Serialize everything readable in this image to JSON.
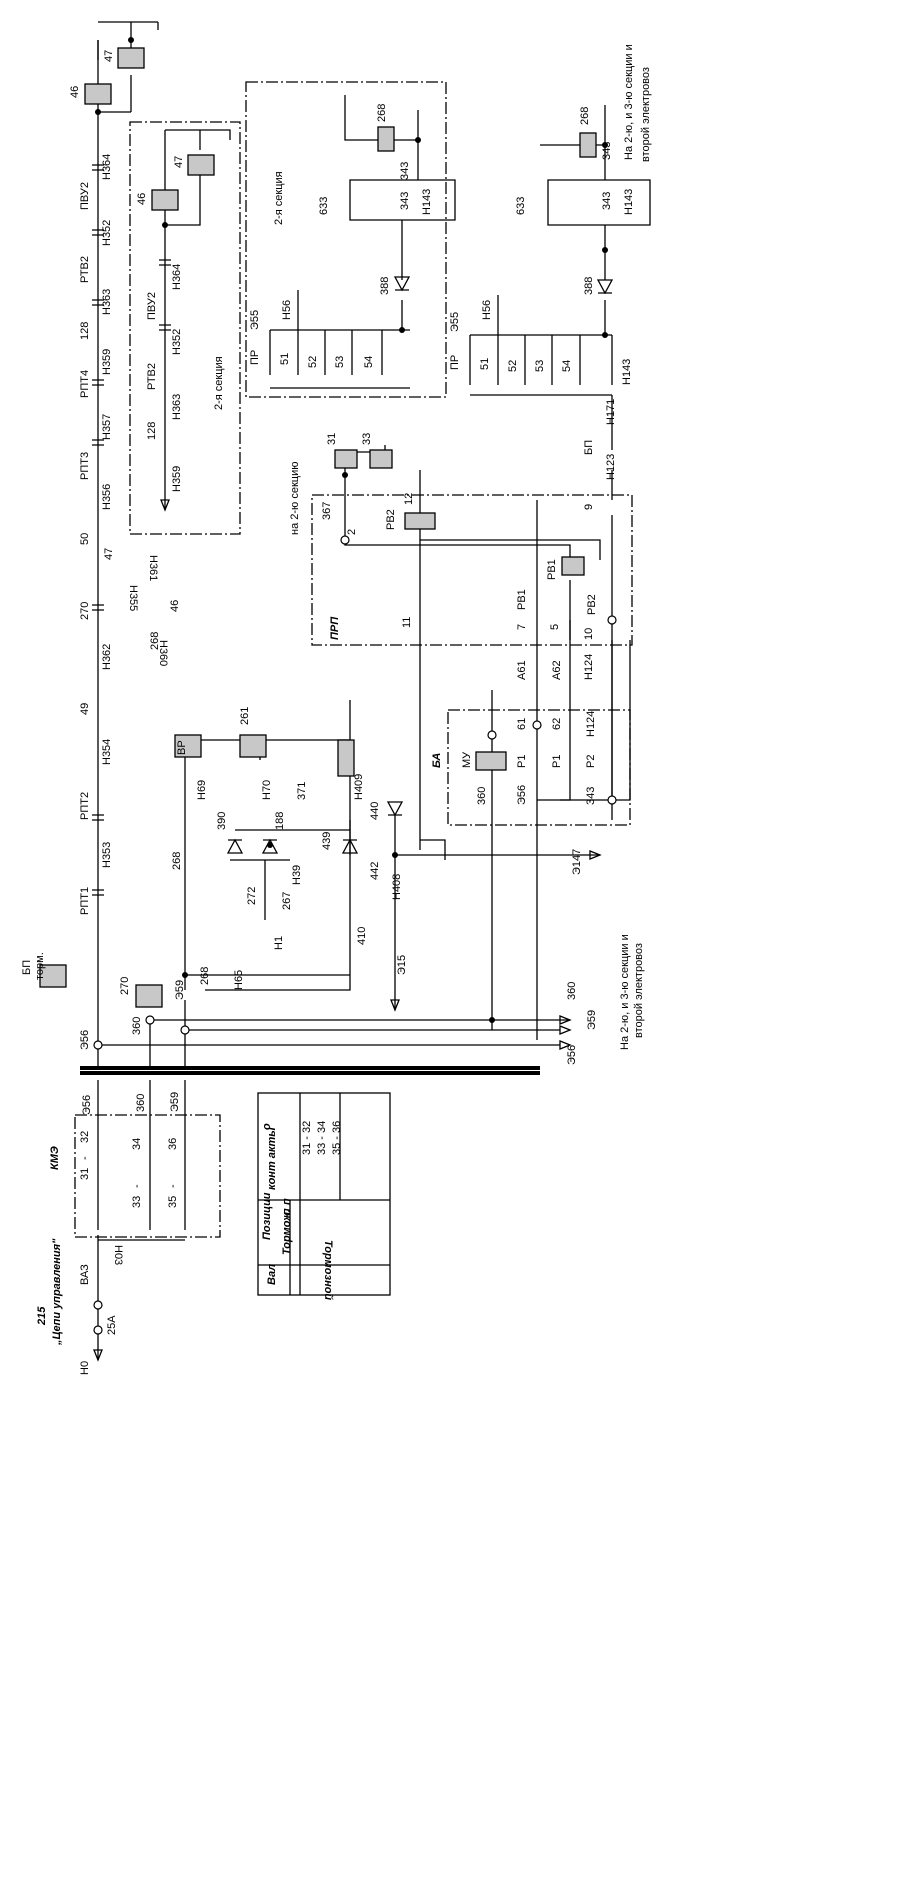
{
  "diagram": {
    "colors": {
      "wire": "#000000",
      "coil_fill": "#c8c8c8",
      "background": "#ffffff"
    },
    "labels": [
      {
        "id": "l001",
        "text": "46"
      },
      {
        "id": "l002",
        "text": "47"
      },
      {
        "id": "l003",
        "text": "ПВУ2"
      },
      {
        "id": "l004",
        "text": "Н364"
      },
      {
        "id": "l005",
        "text": "Н352"
      },
      {
        "id": "l006",
        "text": "РТВ2"
      },
      {
        "id": "l007",
        "text": "Н363"
      },
      {
        "id": "l008",
        "text": "128"
      },
      {
        "id": "l009",
        "text": "РПТ4"
      },
      {
        "id": "l010",
        "text": "Н359"
      },
      {
        "id": "l011",
        "text": "РПТ3"
      },
      {
        "id": "l012",
        "text": "Н357"
      },
      {
        "id": "l013",
        "text": "Н356"
      },
      {
        "id": "l014",
        "text": "50"
      },
      {
        "id": "l015",
        "text": "47"
      },
      {
        "id": "l016",
        "text": "Н355"
      },
      {
        "id": "l017",
        "text": "Н361"
      },
      {
        "id": "l018",
        "text": "270"
      },
      {
        "id": "l019",
        "text": "46"
      },
      {
        "id": "l020",
        "text": "268"
      },
      {
        "id": "l021",
        "text": "Н360"
      },
      {
        "id": "l022",
        "text": "Н362"
      },
      {
        "id": "l023",
        "text": "49"
      },
      {
        "id": "l024",
        "text": "Н354"
      },
      {
        "id": "l025",
        "text": "РПТ2"
      },
      {
        "id": "l026",
        "text": "Н353"
      },
      {
        "id": "l027",
        "text": "РПТ1"
      },
      {
        "id": "l028",
        "text": "БП"
      },
      {
        "id": "l029",
        "text": "торм."
      },
      {
        "id": "l030",
        "text": "270"
      },
      {
        "id": "l031",
        "text": "360"
      },
      {
        "id": "l032",
        "text": "Э59"
      },
      {
        "id": "l033",
        "text": "Э56"
      },
      {
        "id": "l034",
        "text": "46"
      },
      {
        "id": "l035",
        "text": "47"
      },
      {
        "id": "l036",
        "text": "ПВУ2"
      },
      {
        "id": "l037",
        "text": "Н364"
      },
      {
        "id": "l038",
        "text": "Н352"
      },
      {
        "id": "l039",
        "text": "РТВ2"
      },
      {
        "id": "l040",
        "text": "Н363"
      },
      {
        "id": "l041",
        "text": "128"
      },
      {
        "id": "l042",
        "text": "Н359"
      },
      {
        "id": "l043",
        "text": "2-я секция"
      },
      {
        "id": "l044",
        "text": "2-я секция"
      },
      {
        "id": "l045",
        "text": "268"
      },
      {
        "id": "l046",
        "text": "343"
      },
      {
        "id": "l047",
        "text": "633"
      },
      {
        "id": "l048",
        "text": "343"
      },
      {
        "id": "l049",
        "text": "Н143"
      },
      {
        "id": "l050",
        "text": "388"
      },
      {
        "id": "l051",
        "text": "Э55"
      },
      {
        "id": "l052",
        "text": "Н56"
      },
      {
        "id": "l053",
        "text": "ПР"
      },
      {
        "id": "l054",
        "text": "51"
      },
      {
        "id": "l055",
        "text": "52"
      },
      {
        "id": "l056",
        "text": "53"
      },
      {
        "id": "l057",
        "text": "54"
      },
      {
        "id": "l058",
        "text": "31"
      },
      {
        "id": "l059",
        "text": "33"
      },
      {
        "id": "l060",
        "text": "на 2-ю секцию"
      },
      {
        "id": "l061",
        "text": "367"
      },
      {
        "id": "l062",
        "text": "2"
      },
      {
        "id": "l063",
        "text": "РВ2"
      },
      {
        "id": "l064",
        "text": "12"
      },
      {
        "id": "l065",
        "text": "ПРП"
      },
      {
        "id": "l066",
        "text": "11"
      },
      {
        "id": "l067",
        "text": "РВ1"
      },
      {
        "id": "l068",
        "text": "РВ1"
      },
      {
        "id": "l069",
        "text": "7"
      },
      {
        "id": "l070",
        "text": "5"
      },
      {
        "id": "l071",
        "text": "РВ2"
      },
      {
        "id": "l072",
        "text": "9"
      },
      {
        "id": "l073",
        "text": "10"
      },
      {
        "id": "l074",
        "text": "БП"
      },
      {
        "id": "l075",
        "text": "Н123"
      },
      {
        "id": "l076",
        "text": "Н171"
      },
      {
        "id": "l077",
        "text": "Н143"
      },
      {
        "id": "l078",
        "text": "Э55"
      },
      {
        "id": "l079",
        "text": "Н56"
      },
      {
        "id": "l080",
        "text": "ПР"
      },
      {
        "id": "l081",
        "text": "51"
      },
      {
        "id": "l082",
        "text": "52"
      },
      {
        "id": "l083",
        "text": "53"
      },
      {
        "id": "l084",
        "text": "54"
      },
      {
        "id": "l085",
        "text": "388"
      },
      {
        "id": "l086",
        "text": "633"
      },
      {
        "id": "l087",
        "text": "343"
      },
      {
        "id": "l088",
        "text": "Н143"
      },
      {
        "id": "l089",
        "text": "268"
      },
      {
        "id": "l090",
        "text": "343"
      },
      {
        "id": "l091",
        "text": "На 2-ю, и 3-ю секции и"
      },
      {
        "id": "l092",
        "text": "второй электровоз"
      },
      {
        "id": "l093",
        "text": "А61"
      },
      {
        "id": "l094",
        "text": "А62"
      },
      {
        "id": "l095",
        "text": "Н124"
      },
      {
        "id": "l096",
        "text": "61"
      },
      {
        "id": "l097",
        "text": "62"
      },
      {
        "id": "l098",
        "text": "Н124"
      },
      {
        "id": "l099",
        "text": "БА"
      },
      {
        "id": "l100",
        "text": "МУ"
      },
      {
        "id": "l101",
        "text": "Р1"
      },
      {
        "id": "l102",
        "text": "Р1"
      },
      {
        "id": "l103",
        "text": "Р2"
      },
      {
        "id": "l104",
        "text": "360"
      },
      {
        "id": "l105",
        "text": "Э56"
      },
      {
        "id": "l106",
        "text": "343"
      },
      {
        "id": "l107",
        "text": "Э147"
      },
      {
        "id": "l108",
        "text": "ВР"
      },
      {
        "id": "l109",
        "text": "261"
      },
      {
        "id": "l110",
        "text": "Н69"
      },
      {
        "id": "l111",
        "text": "Н70"
      },
      {
        "id": "l112",
        "text": "371"
      },
      {
        "id": "l113",
        "text": "Н409"
      },
      {
        "id": "l114",
        "text": "390"
      },
      {
        "id": "l115",
        "text": "188"
      },
      {
        "id": "l116",
        "text": "Н39"
      },
      {
        "id": "l117",
        "text": "439"
      },
      {
        "id": "l118",
        "text": "268"
      },
      {
        "id": "l119",
        "text": "272"
      },
      {
        "id": "l120",
        "text": "267"
      },
      {
        "id": "l121",
        "text": "Н1"
      },
      {
        "id": "l122",
        "text": "440"
      },
      {
        "id": "l123",
        "text": "442"
      },
      {
        "id": "l124",
        "text": "Н408"
      },
      {
        "id": "l125",
        "text": "410"
      },
      {
        "id": "l126",
        "text": "Э15"
      },
      {
        "id": "l127",
        "text": "268"
      },
      {
        "id": "l128",
        "text": "Н65"
      },
      {
        "id": "l129",
        "text": "360"
      },
      {
        "id": "l130",
        "text": "Э59"
      },
      {
        "id": "l131",
        "text": "Э56"
      },
      {
        "id": "l132",
        "text": "На 2-ю, и 3-ю секции и"
      },
      {
        "id": "l133",
        "text": "второй электровоз"
      },
      {
        "id": "l134",
        "text": "Э56"
      },
      {
        "id": "l135",
        "text": "360"
      },
      {
        "id": "l136",
        "text": "Э59"
      },
      {
        "id": "l137",
        "text": "КМЭ"
      },
      {
        "id": "l138",
        "text": "31"
      },
      {
        "id": "l139",
        "text": "-"
      },
      {
        "id": "l140",
        "text": "32"
      },
      {
        "id": "l141",
        "text": "34"
      },
      {
        "id": "l142",
        "text": "36"
      },
      {
        "id": "l143",
        "text": "33"
      },
      {
        "id": "l144",
        "text": "-"
      },
      {
        "id": "l145",
        "text": "35"
      },
      {
        "id": "l146",
        "text": "-"
      },
      {
        "id": "l147",
        "text": "Н03"
      },
      {
        "id": "l148",
        "text": "ВАЗ"
      },
      {
        "id": "l149",
        "text": "25А"
      },
      {
        "id": "l150",
        "text": "215"
      },
      {
        "id": "l151",
        "text": "„Цепи управления\""
      },
      {
        "id": "l152",
        "text": "Н0"
      }
    ],
    "legend_table": {
      "header_val": "Вал",
      "header_positions": "Позиции",
      "header_contacts": "конт акты",
      "position_labels": [
        "Тормож.",
        "п",
        "п",
        "о"
      ],
      "rows": [
        "31 - 32",
        "33 - 34",
        "35 - 36"
      ],
      "shaft_name": "Тормозной"
    }
  }
}
